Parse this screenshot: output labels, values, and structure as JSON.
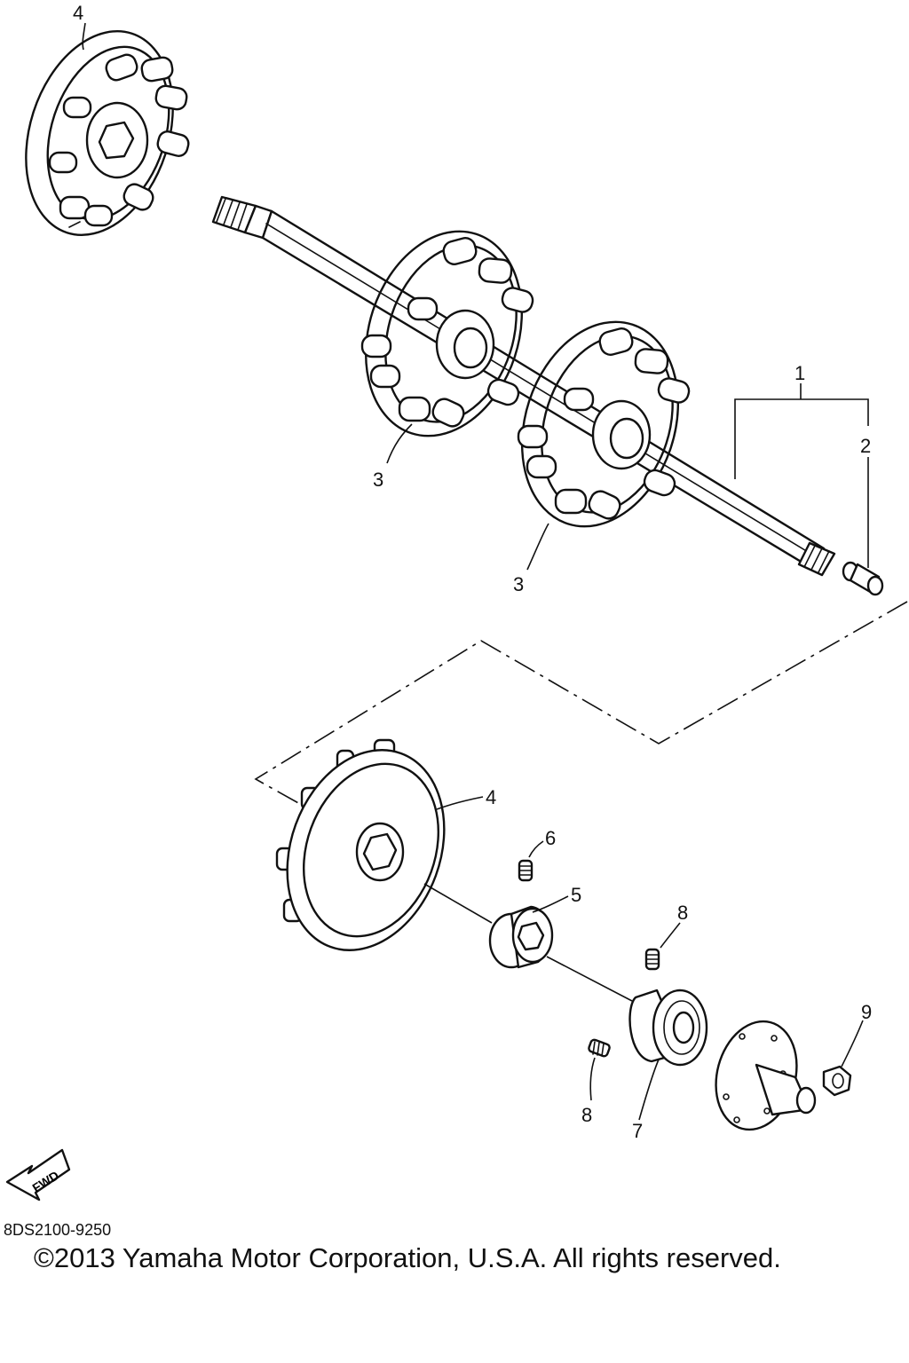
{
  "callouts": {
    "c1": "1",
    "c2": "2",
    "c3a": "3",
    "c3b": "3",
    "c4top": "4",
    "c4mid": "4",
    "c5": "5",
    "c6": "6",
    "c7": "7",
    "c8a": "8",
    "c8b": "8",
    "c9": "9"
  },
  "fwd_label": "FWD",
  "part_code": "8DS2100-9250",
  "copyright": "©2013 Yamaha Motor Corporation, U.S.A. All rights reserved."
}
